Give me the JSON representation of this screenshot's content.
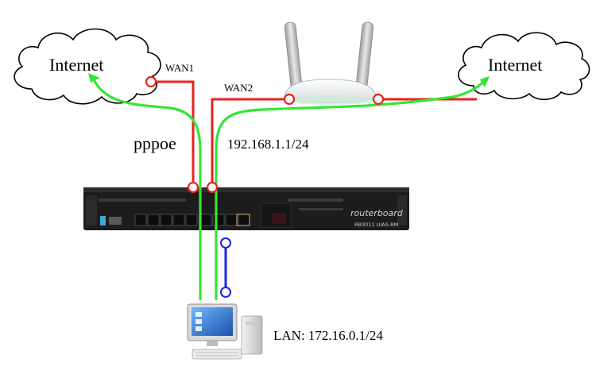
{
  "labels": {
    "internet_left": "Internet",
    "internet_right": "Internet",
    "wan1": "WAN1",
    "wan2": "WAN2",
    "pppoe": "pppoe",
    "wan2_subnet": "192.168.1.1/24",
    "lan": "LAN: 172.16.0.1/24"
  },
  "router": {
    "brand": "routerboard",
    "model": "RB3011 UiAS-RM"
  },
  "colors": {
    "wan_link": "#e8231f",
    "lan_link": "#1a22e0",
    "traffic_path": "#33e633",
    "router_body": "#1c1c1c",
    "cloud_stroke": "#000000"
  },
  "icons": {
    "cloud_left": "cloud-icon",
    "cloud_right": "cloud-icon",
    "access_point": "wifi-router-icon",
    "router": "rack-router-icon",
    "workstation": "desktop-computer-icon"
  }
}
